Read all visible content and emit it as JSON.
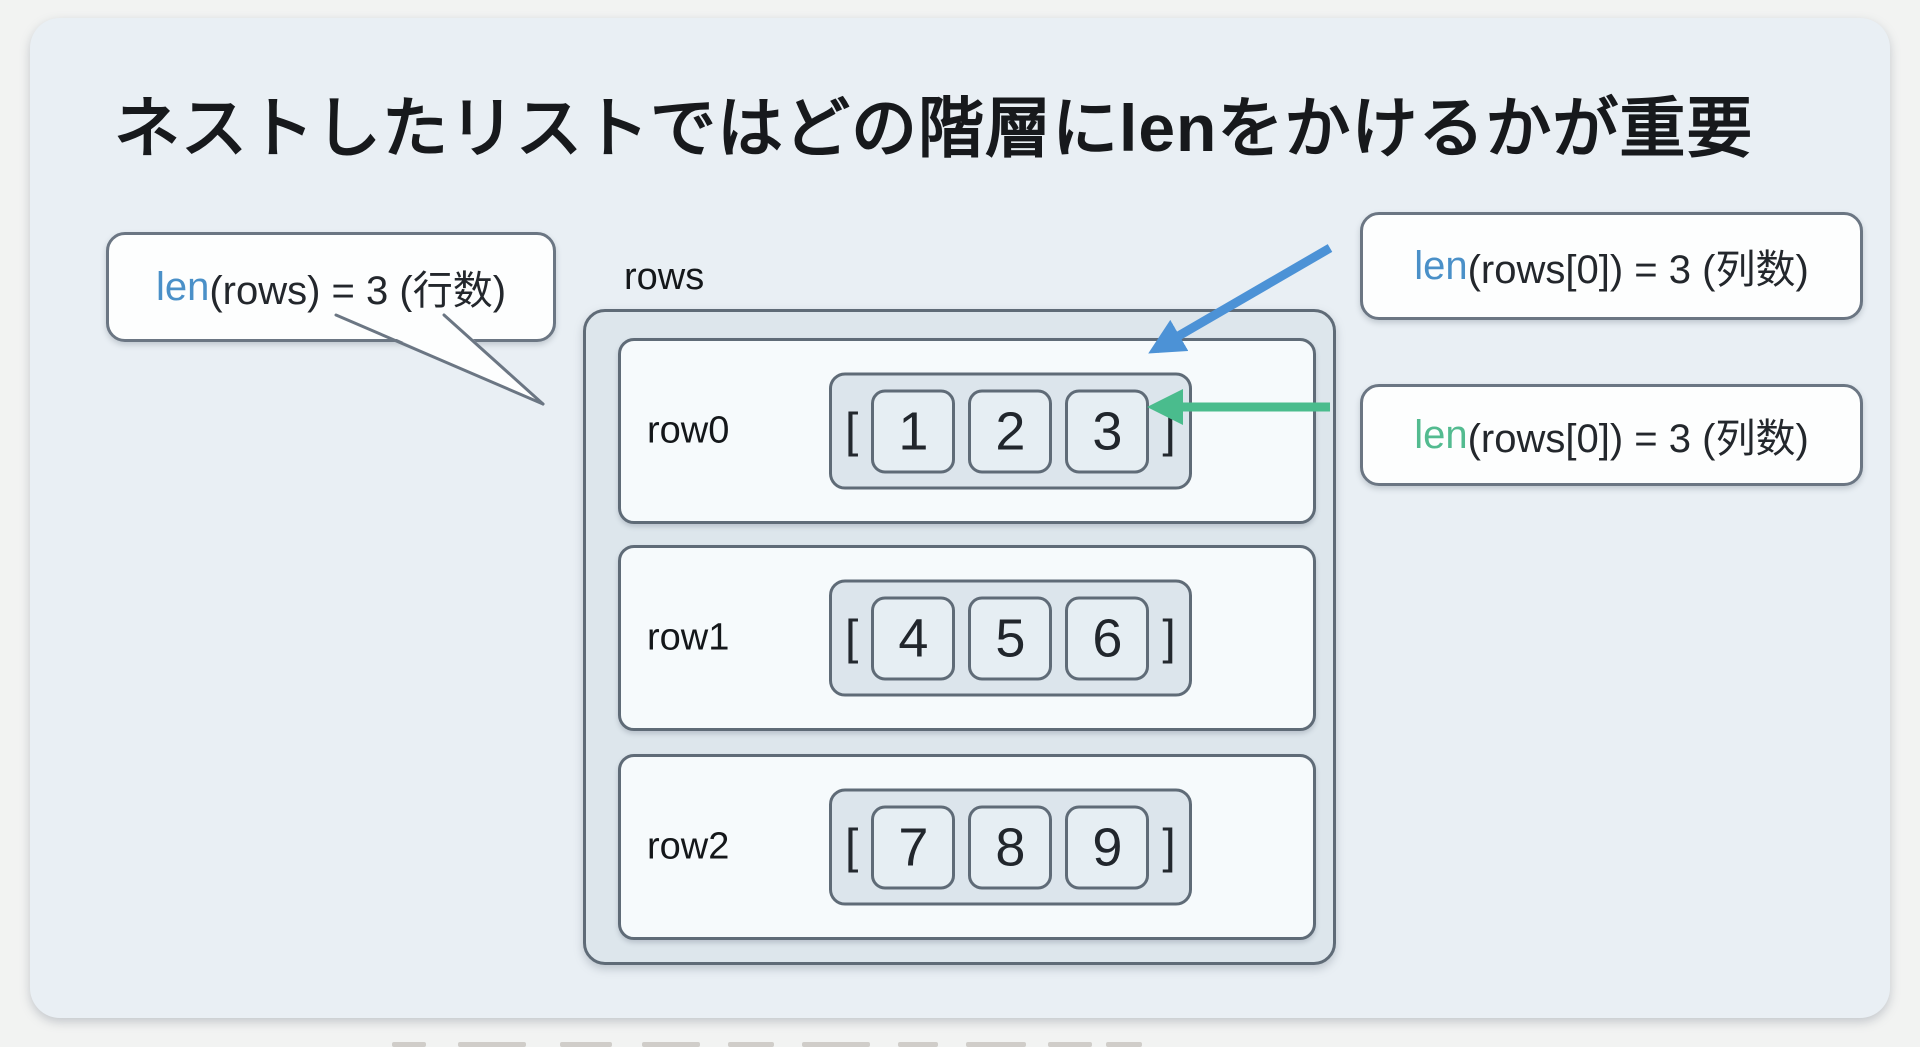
{
  "title": "ネストしたリストではどの階層にlenをかけるかが重要",
  "callouts": {
    "rows_len": {
      "fn": "len",
      "rest": "(rows) = 3 (行数)"
    },
    "row0_len_blue": {
      "fn": "len",
      "rest": "(rows[0]) = 3 (列数)"
    },
    "row0_len_green": {
      "fn": "len",
      "rest": "(rows[0]) = 3 (列数)"
    }
  },
  "diagram": {
    "container_label": "rows",
    "rows": [
      {
        "label": "row0",
        "open": "[",
        "close": "]",
        "values": [
          "1",
          "2",
          "3"
        ]
      },
      {
        "label": "row1",
        "open": "[",
        "close": "]",
        "values": [
          "4",
          "5",
          "6"
        ]
      },
      {
        "label": "row2",
        "open": "[",
        "close": "]",
        "values": [
          "7",
          "8",
          "9"
        ]
      }
    ]
  },
  "colors": {
    "accent-blue": "#4a90c8",
    "accent-green": "#53bb90",
    "arrow-blue": "#4c92d6",
    "arrow-green": "#4abc8d",
    "border-gray": "#6b7683",
    "border-gray2": "#5f6b77",
    "card-bg": "#e9eff4"
  }
}
